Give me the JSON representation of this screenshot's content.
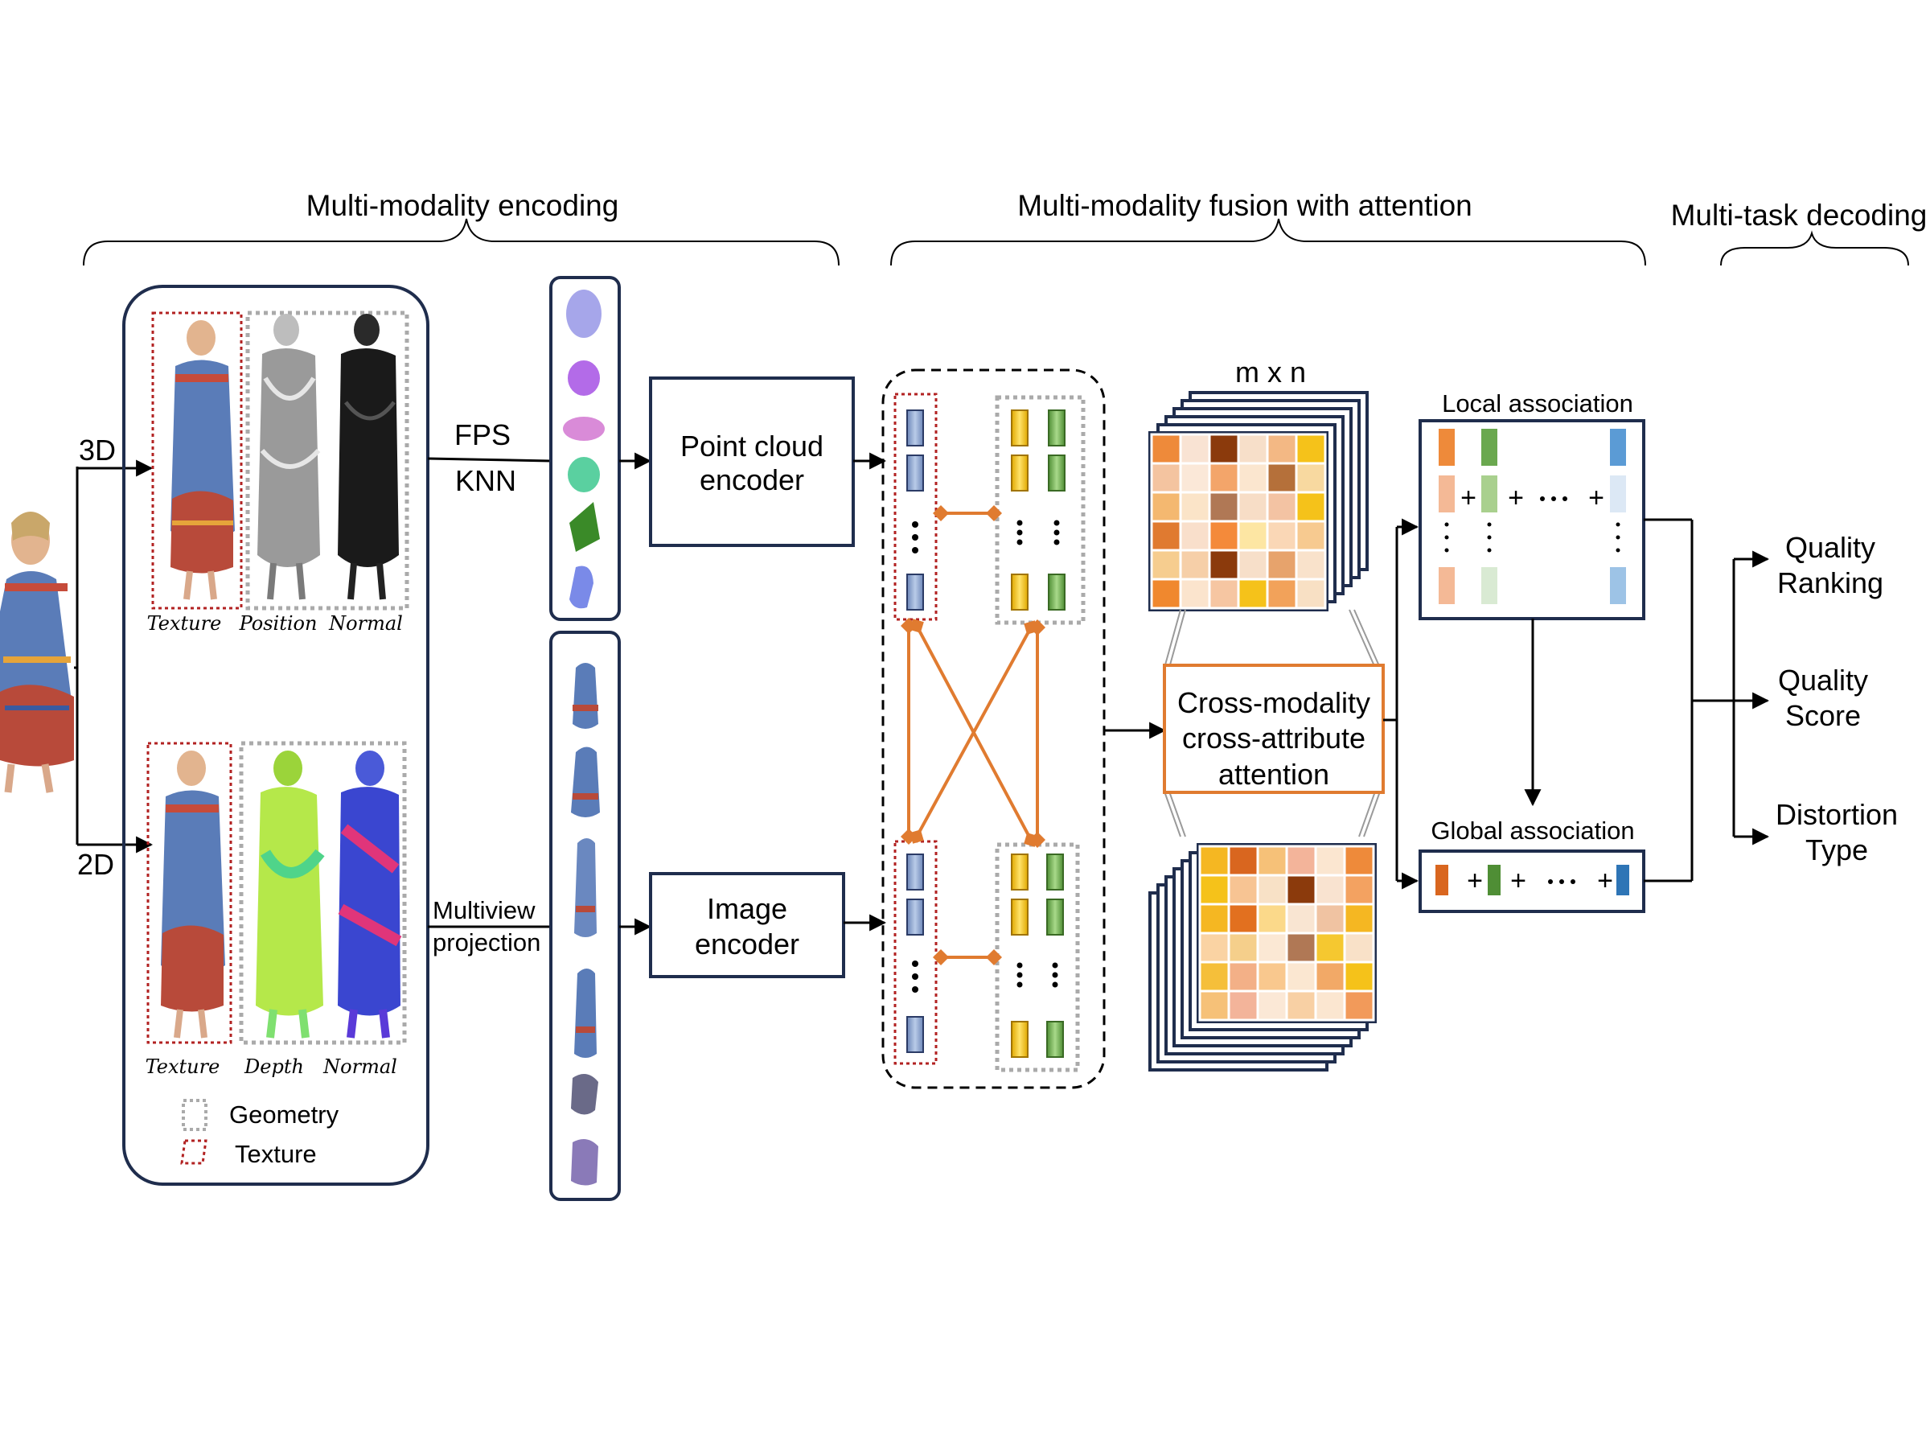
{
  "sections": {
    "encoding": "Multi-modality encoding",
    "fusion": "Multi-modality fusion with attention",
    "decoding": "Multi-task decoding"
  },
  "branches": {
    "three_d": "3D",
    "two_d": "2D"
  },
  "input_panel": {
    "top_captions": [
      "Texture",
      "Position",
      "Normal"
    ],
    "bottom_captions": [
      "Texture",
      "Depth",
      "Normal"
    ],
    "legend": {
      "geometry": "Geometry",
      "texture": "Texture"
    }
  },
  "sampling": {
    "line1": "FPS",
    "line2": "KNN"
  },
  "projection": {
    "line1": "Multiview",
    "line2": "projection"
  },
  "encoders": {
    "point_cloud": {
      "line1": "Point cloud",
      "line2": "encoder"
    },
    "image": {
      "line1": "Image",
      "line2": "encoder"
    }
  },
  "matrix_label": "m x n",
  "attention": {
    "line1": "Cross-modality",
    "line2": "cross-attribute",
    "line3": "attention"
  },
  "local_association": "Local association",
  "global_association": "Global association",
  "outputs": [
    {
      "line1": "Quality",
      "line2": "Ranking"
    },
    {
      "line1": "Quality",
      "line2": "Score"
    },
    {
      "line1": "Distortion",
      "line2": "Type"
    }
  ],
  "colors": {
    "panel_border": "#1f2d4d",
    "texture_dash": "#b22222",
    "geometry_dash": "#aaaaaa",
    "attention_border": "#e07b30",
    "arrow_orange": "#e07b30",
    "feature_blue": "#9db4d8",
    "feature_yellow": "#f2c21a",
    "feature_green": "#7fb65a"
  },
  "heatmap_top": [
    [
      "#ee8a3a",
      "#f9e3d3",
      "#8b3a0c",
      "#f7dfc9",
      "#f3b884",
      "#f5c21a"
    ],
    [
      "#f4c4a0",
      "#fbe8d8",
      "#f3a56a",
      "#fbe6cf",
      "#b5703a",
      "#f8d9a0"
    ],
    [
      "#f4b870",
      "#fbe4c8",
      "#b07855",
      "#f7ddc6",
      "#f3c3a3",
      "#f5c21a"
    ],
    [
      "#e07a30",
      "#f9dfcb",
      "#f48a3a",
      "#fde6a3",
      "#fad7b6",
      "#f7ca90"
    ],
    [
      "#f6cd8f",
      "#f6cfa8",
      "#8b3a0c",
      "#f7dfc9",
      "#e7a36c",
      "#f9e2cb"
    ],
    [
      "#f0882e",
      "#fbe4cd",
      "#f6c6a2",
      "#f5c21a",
      "#f2a25a",
      "#f8e0c4"
    ]
  ],
  "heatmap_bottom": [
    [
      "#f5b722",
      "#d9661f",
      "#f6c178",
      "#f3b49a",
      "#fbe6d0",
      "#ee8a3a"
    ],
    [
      "#f5c21a",
      "#f7c493",
      "#f8e1c6",
      "#8b3a0c",
      "#f9e3d0",
      "#f3a261"
    ],
    [
      "#f5b722",
      "#e2701f",
      "#fbd98a",
      "#f9e5d2",
      "#f0c3a2",
      "#f5b722"
    ],
    [
      "#fad3a3",
      "#f5cf8b",
      "#fbe8d4",
      "#b07855",
      "#f5c830",
      "#f9e1c8"
    ],
    [
      "#f5bf3a",
      "#f3b087",
      "#f9c88e",
      "#fbe7d1",
      "#f2a967",
      "#f5c21a"
    ],
    [
      "#f6c178",
      "#f3b49a",
      "#fbe8d6",
      "#f8d0a4",
      "#fbe6d0",
      "#f29a5a"
    ]
  ]
}
